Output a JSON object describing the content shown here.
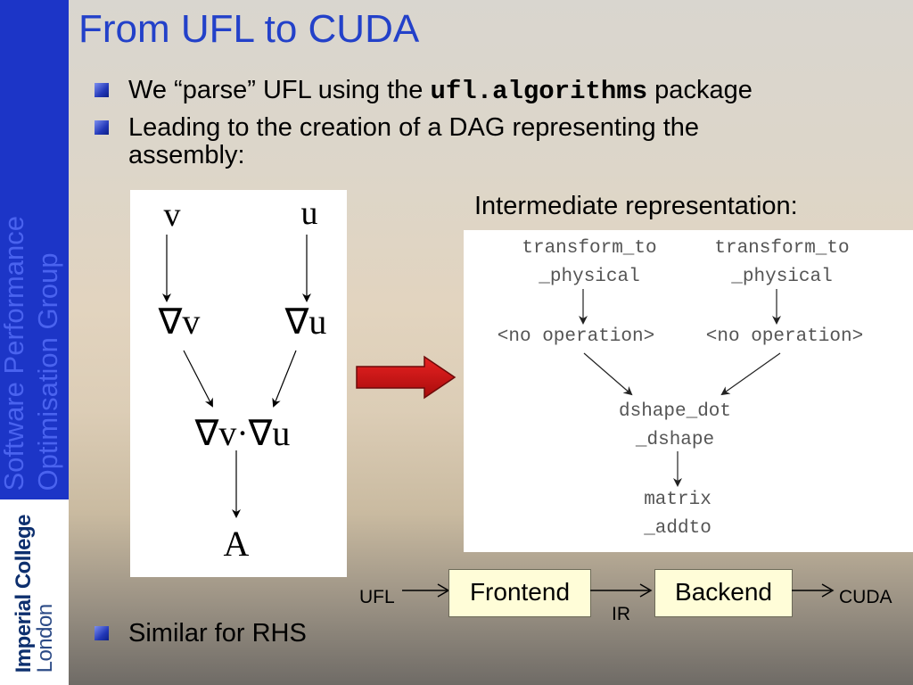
{
  "slide": {
    "title": "From UFL to CUDA",
    "side_label_line1": "Software Performance",
    "side_label_line2": "Optimisation Group",
    "logo_line1": "Imperial College",
    "logo_line2": "London"
  },
  "bullets": {
    "b1_pre": "We “parse” UFL using the ",
    "b1_code": "ufl.algorithms",
    "b1_post": " package",
    "b2_line1": "Leading to the creation of a DAG representing the",
    "b2_line2": "assembly:",
    "b3": "Similar for RHS"
  },
  "dag": {
    "v": "v",
    "u": "u",
    "grad_v": "∇v",
    "grad_u": "∇u",
    "dot": "∇v·∇u",
    "result": "A"
  },
  "ir": {
    "heading": "Intermediate representation:",
    "left_top_1": "transform_to",
    "left_top_2": "_physical",
    "right_top_1": "transform_to",
    "right_top_2": "_physical",
    "left_noop": "<no operation>",
    "right_noop": "<no operation>",
    "dot_1": "dshape_dot",
    "dot_2": "_dshape",
    "matrix_1": "matrix",
    "matrix_2": "_addto"
  },
  "pipeline": {
    "input": "UFL",
    "frontend": "Frontend",
    "ir": "IR",
    "backend": "Backend",
    "output": "CUDA"
  },
  "colors": {
    "side_band": "#1c35c7",
    "title": "#2341c9",
    "arrow_fill": "#cc1111",
    "pipeline_box": "#fffdd8"
  }
}
